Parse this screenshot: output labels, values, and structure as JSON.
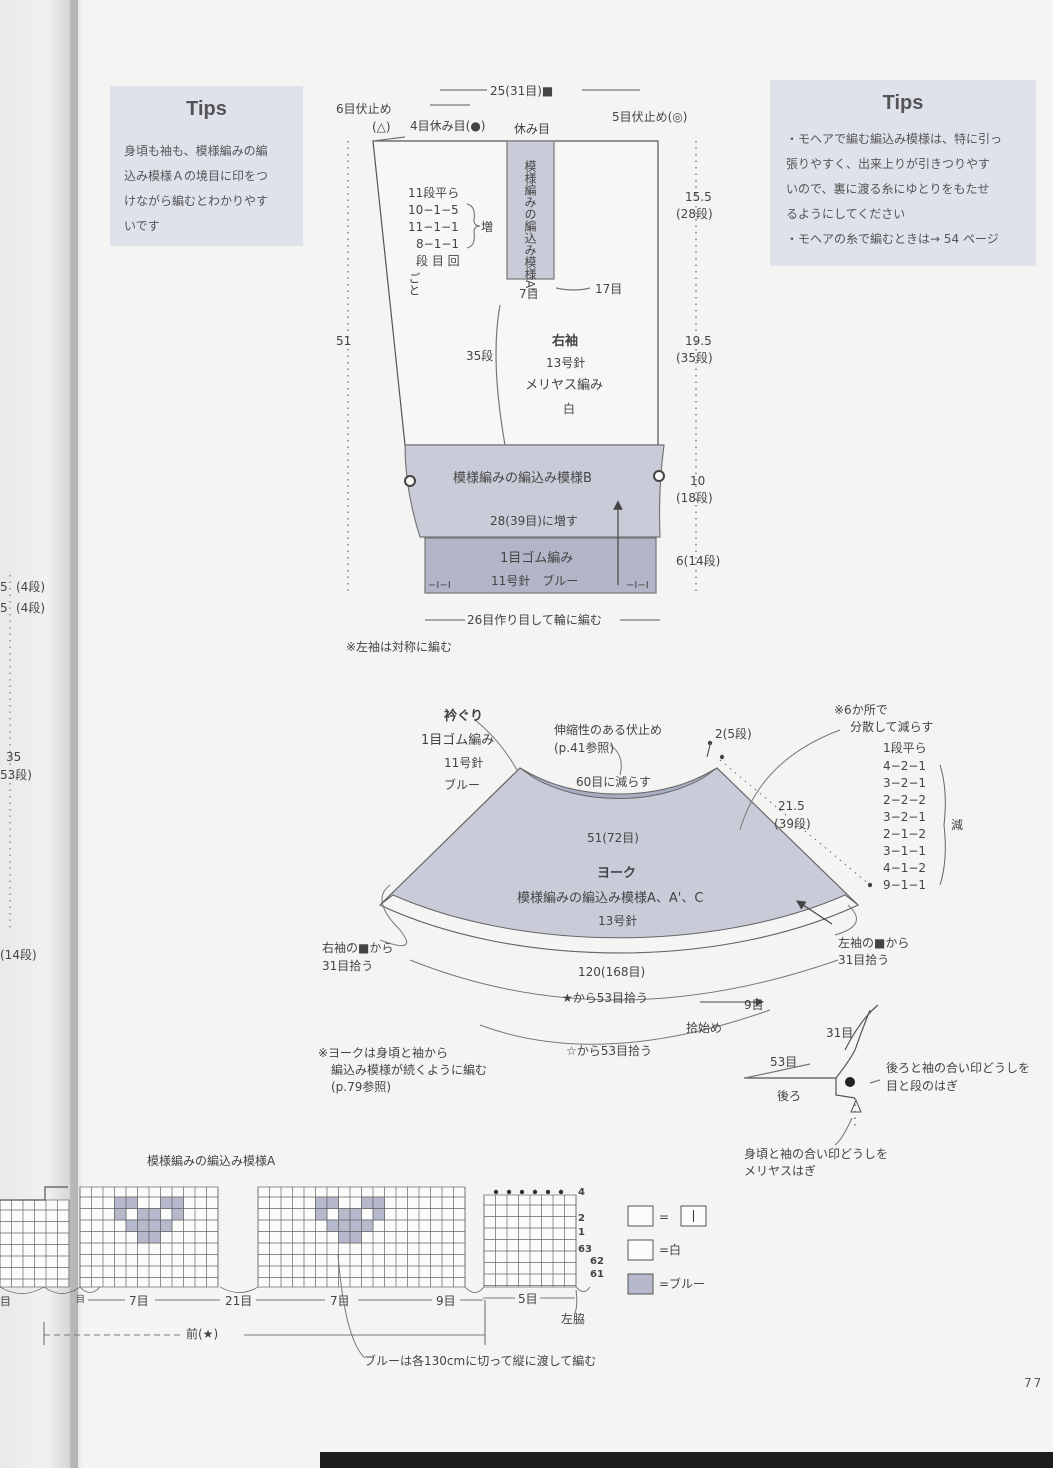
{
  "tips_left": {
    "title": "Tips",
    "lines": [
      "身頃も袖も、模様編みの編",
      "込み模様Ａの境目に印をつ",
      "けながら編むとわかりやす",
      "いです"
    ]
  },
  "tips_right": {
    "title": "Tips",
    "lines": [
      "・モヘアで編む編込み模様は、特に引っ",
      "張りやすく、出来上りが引きつりやす",
      "いので、裏に渡る糸にゆとりをもたせ",
      "るようにしてください",
      "・モヘアの糸で編むときは→ 54 ページ"
    ]
  },
  "sleeve": {
    "top_width": "25(31目)■",
    "bind_off_6": "6目伏止め",
    "tri_mark": "(△)",
    "rest_4": "4目休み目(●)",
    "rest_label": "休み目",
    "bind_off_5": "5目伏止め(◎)",
    "pattern_a2": "模様編みの編込み模様A'",
    "increase_lines": [
      "11段平ら",
      "10−1−5",
      "11−1−1",
      "8−1−1"
    ],
    "increase_header": "段 目 回",
    "increase_label": "増",
    "every_label": "ごと",
    "dim_155": "15.5",
    "dim_155_rows": "(28段)",
    "st7": "7目",
    "st17": "17目",
    "dim_195": "19.5",
    "dim_195_rows": "(35段)",
    "rows35": "35段",
    "total_len": "51",
    "name": "右袖",
    "needle": "13号針",
    "stitch": "メリヤス編み",
    "color": "白",
    "pattern_b": "模様編みの編込み模様B",
    "dim_10": "10",
    "dim_10_rows": "(18段)",
    "increase_to": "28(39目)に増す",
    "rib": "1目ゴム編み",
    "rib_needle": "11号針　ブルー",
    "rib_mark": "−I−I",
    "dim_6": "6(14段)",
    "cast_on": "26目作り目して輪に編む",
    "note": "※左袖は対称に編む"
  },
  "left_edge": {
    "a": "5",
    "b": "(4段)",
    "c": "5",
    "d": "(4段)",
    "e": "35",
    "f": "53段)",
    "g": "(14段)"
  },
  "yoke": {
    "collar": "衿ぐり",
    "collar_rib": "1目ゴム編み",
    "collar_needle": "11号針",
    "collar_color": "ブルー",
    "stretch_bo": "伸縮性のある伏止め",
    "stretch_ref": "(p.41参照)",
    "reduce_60": "60目に減らす",
    "rows_2": "2(5段)",
    "dec6": "※6か所で",
    "dec6b": "分散して減らす",
    "dec_lines": [
      "1段平ら",
      "4−2−1",
      "3−2−1",
      "2−2−2",
      "3−2−1",
      "2−1−2",
      "3−1−1",
      "4−1−2",
      "9−1−1"
    ],
    "dec_label": "減",
    "dim_215": "21.5",
    "dim_215_rows": "(39段)",
    "w51": "51(72目)",
    "name": "ヨーク",
    "pattern": "模様編みの編込み模様A、A'、C",
    "needle": "13号針",
    "right_pick": "右袖の■から",
    "right_pick2": "31目拾う",
    "left_pick": "左袖の■から",
    "left_pick2": "31目拾う",
    "w120": "120(168目)",
    "star_pick": "★から53目拾う",
    "st9": "9目",
    "pick_start": "拾始め",
    "wstar_pick": "☆から53目拾う",
    "note1": "※ヨークは身頃と袖から",
    "note2": "編込み模様が続くように編む",
    "note3": "(p.79参照)"
  },
  "join": {
    "st31": "31目",
    "st53": "53目",
    "back": "後ろ",
    "graft1": "後ろと袖の合い印どうしを",
    "graft2": "目と段のはぎ",
    "kitch1": "身頃と袖の合い印どうしを",
    "kitch2": "メリヤスはぎ"
  },
  "chart": {
    "title": "模様編みの編込み模様A",
    "rows": [
      "4",
      "2",
      "1",
      "63",
      "62",
      "61"
    ],
    "st7a": "7目",
    "st21": "21目",
    "st7b": "7目",
    "st9": "9目",
    "st5": "5目",
    "left_side": "左脇",
    "front": "前(★)",
    "note": "ブルーは各130cmに切って縦に渡して編む",
    "edge_a": "目",
    "edge_b": "目",
    "legend_eq": "=",
    "legend_white": "=白",
    "legend_blue": "=ブルー"
  },
  "page_number": "77",
  "colors": {
    "blue_fill": "#c2c5d3",
    "rib_fill": "#a9adc2",
    "line": "#555555",
    "tips_bg": "#dfe2eb"
  }
}
